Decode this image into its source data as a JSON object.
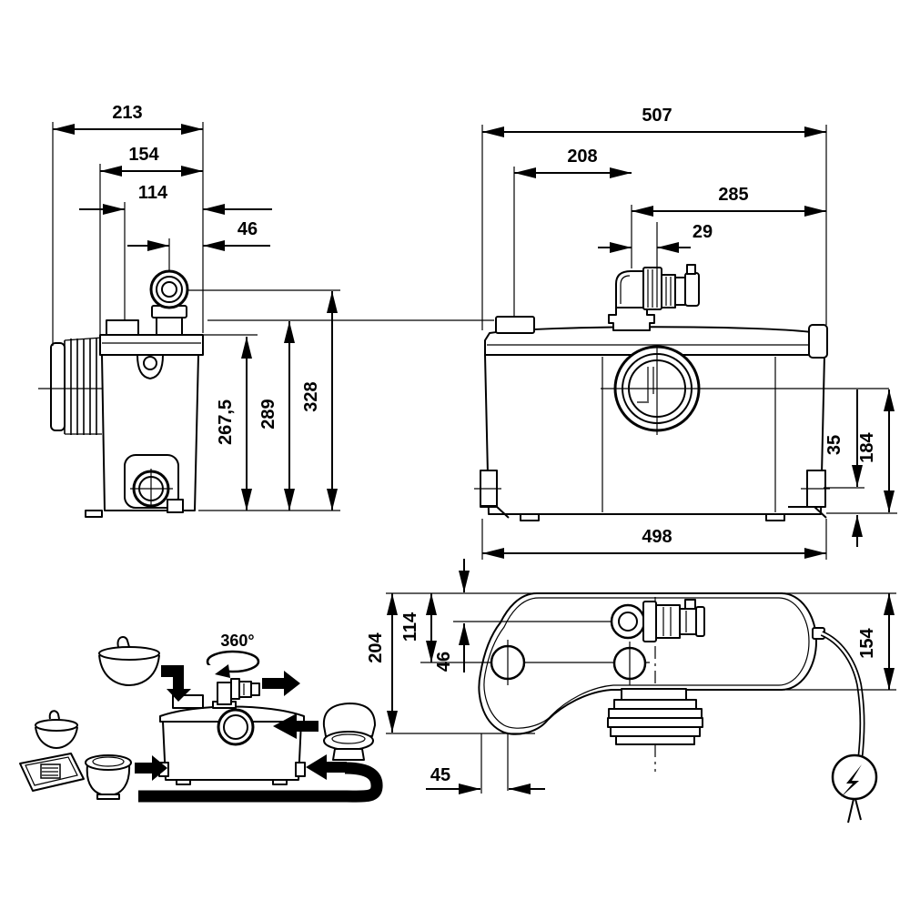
{
  "side_view": {
    "overall_width": "213",
    "body_width": "154",
    "inner_width": "114",
    "vent_offset": "46",
    "height_to_lid": "267,5",
    "height_to_cover": "289",
    "height_to_vent": "328"
  },
  "front_view": {
    "overall_width": "507",
    "left_to_discharge": "208",
    "discharge_to_right": "285",
    "discharge_offset": "29",
    "inlet_height": "35",
    "inlet_axis_height": "184",
    "base_width": "498"
  },
  "top_view": {
    "overall_depth": "204",
    "edge_to_inlet_axis": "114",
    "edge_to_discharge_axis": "46",
    "drain_offset": "45",
    "cable_side_depth": "154"
  },
  "installation": {
    "rotation_label": "360°"
  },
  "icons": {
    "power": "lightning-bolt"
  },
  "colors": {
    "line": "#000000",
    "background": "#ffffff"
  }
}
